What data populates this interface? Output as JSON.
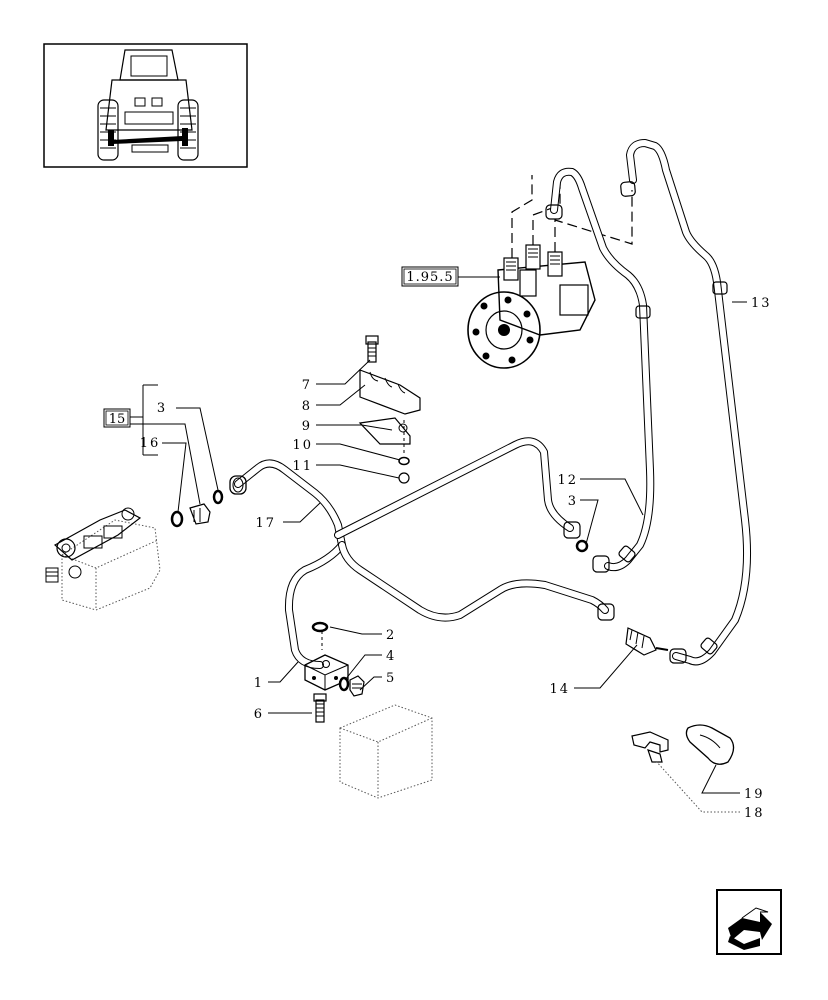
{
  "reference": {
    "code": "1.95.5"
  },
  "callouts": {
    "c1": "1",
    "c2": "2",
    "c3a": "3",
    "c3b": "3",
    "c4": "4",
    "c5": "5",
    "c6": "6",
    "c7": "7",
    "c8": "8",
    "c9": "9",
    "c10": "10",
    "c11": "11",
    "c12": "12",
    "c13": "13",
    "c14": "14",
    "c15": "15",
    "c16": "16",
    "c17": "17",
    "c18": "18",
    "c19": "19"
  },
  "icons": {
    "thumbnail": "tractor-front-view-icon",
    "navigation": "next-page-arrow-icon"
  }
}
